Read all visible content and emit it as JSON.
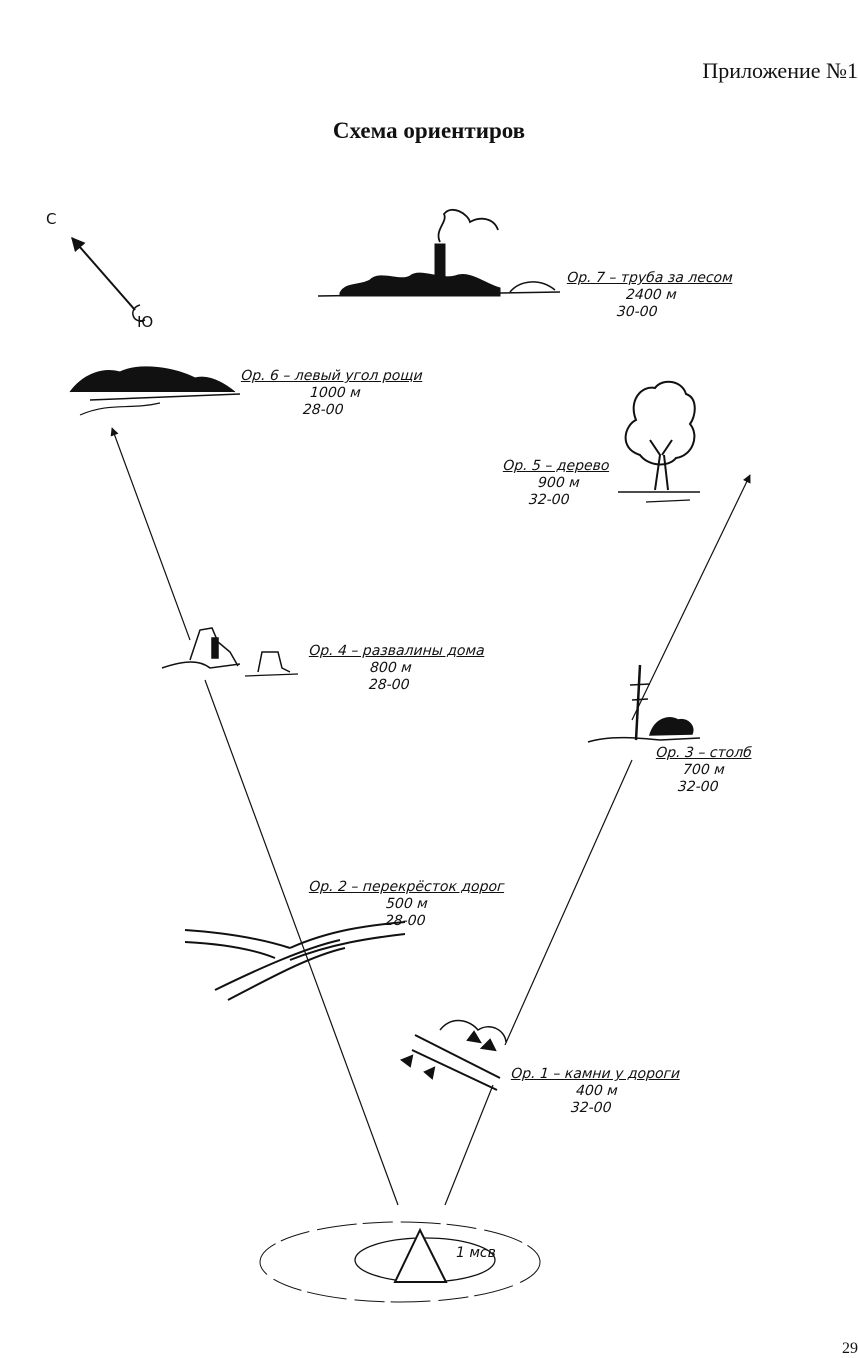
{
  "header": {
    "appendix": "Приложение №1",
    "title": "Схема ориентиров",
    "page_number": "29"
  },
  "compass": {
    "north": "С",
    "south": "Ю"
  },
  "post_label": "1 мсв",
  "landmarks": [
    {
      "name": "Ор. 1 – камни у дороги",
      "distance": "400 м",
      "angle": "32-00",
      "icon": "stones-by-road-icon"
    },
    {
      "name": "Ор. 2 – перекрёсток дорог",
      "distance": "500 м",
      "angle": "28-00",
      "icon": "road-crossing-icon"
    },
    {
      "name": "Ор. 3 – столб",
      "distance": "700 м",
      "angle": "32-00",
      "icon": "pole-icon"
    },
    {
      "name": "Ор. 4 – развалины дома",
      "distance": "800 м",
      "angle": "28-00",
      "icon": "house-ruins-icon"
    },
    {
      "name": "Ор. 5 – дерево",
      "distance": "900 м",
      "angle": "32-00",
      "icon": "tree-icon"
    },
    {
      "name": "Ор. 6 – левый угол рощи",
      "distance": "1000 м",
      "angle": "28-00",
      "icon": "grove-icon"
    },
    {
      "name": "Ор. 7 – труба за лесом",
      "distance": "2400 м",
      "angle": "30-00",
      "icon": "chimney-behind-forest-icon"
    }
  ]
}
